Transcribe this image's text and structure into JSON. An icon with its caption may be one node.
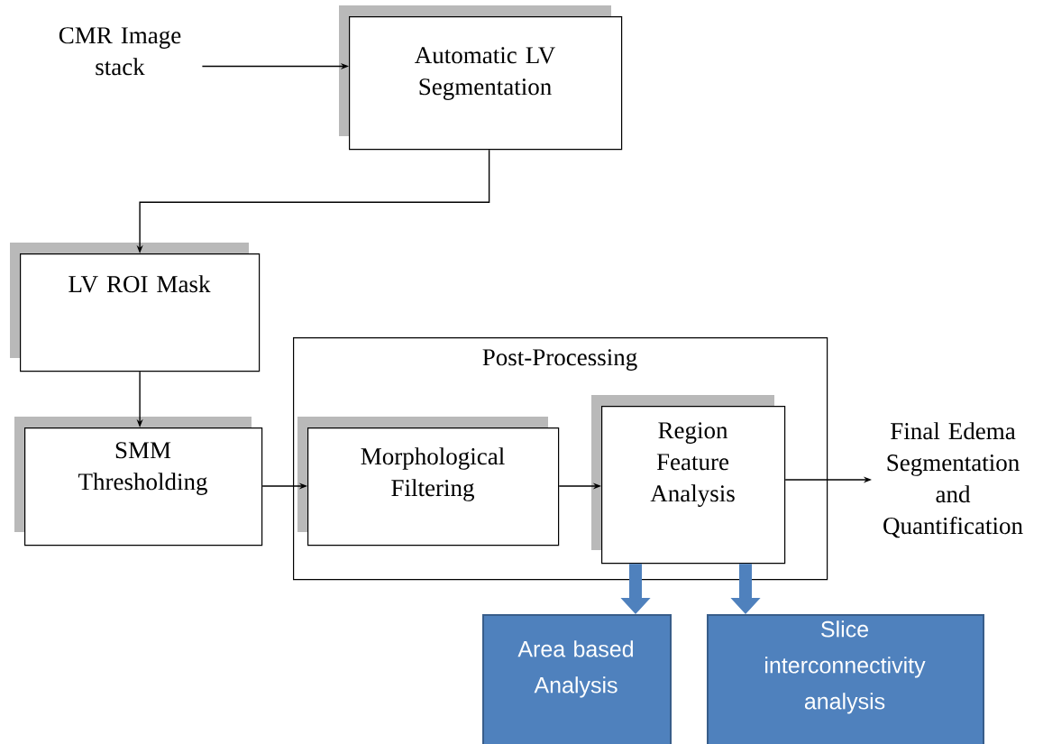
{
  "diagram": {
    "nodes": [
      {
        "text": [
          "CMR Image stack"
        ]
      },
      {
        "text": [
          "Automatic LV Segmentation"
        ]
      },
      {
        "text": [
          "LV ROI Mask"
        ]
      },
      {
        "text": [
          "SMM Thresholding"
        ]
      },
      {
        "text": [
          "Post-Processing"
        ]
      },
      {
        "text": [
          "Morphological Filtering"
        ],
        "in": 4
      },
      {
        "text": [
          "Region Feature Analysis"
        ],
        "in": 4
      },
      {
        "text": [
          "Final Edema Segmentation and Quantification"
        ]
      },
      {
        "text": [
          "Area based Analysis"
        ]
      },
      {
        "text": [
          "Slice interconnectivity analysis"
        ]
      }
    ],
    "edges": [
      {
        "from": 0,
        "to": 1,
        "arrow": "to"
      },
      {
        "from": 1,
        "to": 2,
        "arrow": "to"
      },
      {
        "from": 2,
        "to": 3,
        "arrow": "to"
      },
      {
        "from": 3,
        "to": 5,
        "arrow": "to"
      },
      {
        "from": 5,
        "to": 6,
        "arrow": "to"
      },
      {
        "from": 6,
        "to": 7,
        "arrow": "to"
      },
      {
        "from": 6,
        "to": 8,
        "arrow": "to",
        "style": "thick",
        "color": "#4f81bd"
      },
      {
        "from": 6,
        "to": 9,
        "arrow": "to",
        "style": "thick",
        "color": "#4f81bd"
      }
    ]
  }
}
